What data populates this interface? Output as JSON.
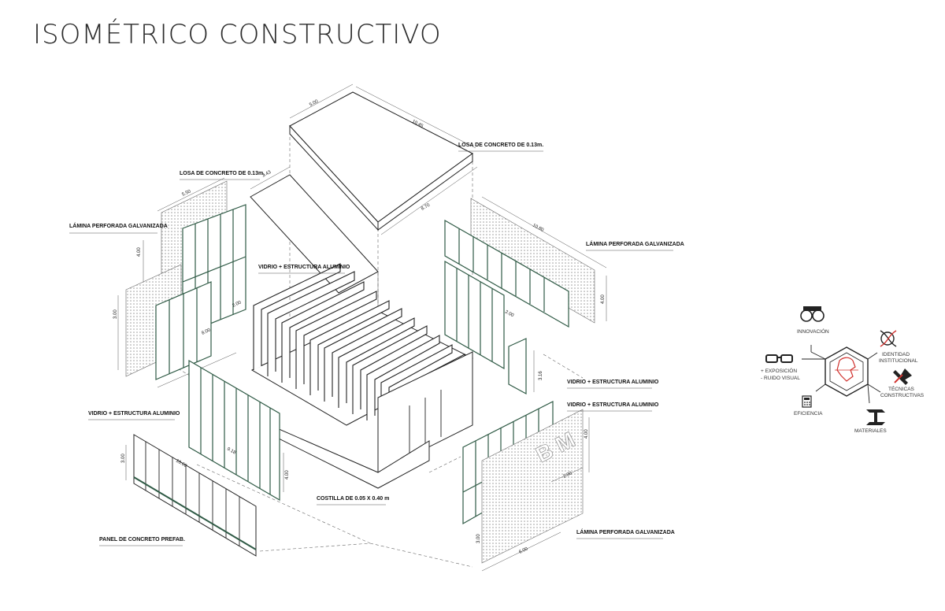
{
  "title": "ISOMÉTRICO CONSTRUCTIVO",
  "labels": {
    "losa_top": "LOSA DE CONCRETO DE 0.13m.",
    "losa_left": "LOSA DE CONCRETO DE 0.13m.",
    "lamina_left": "LÁMINA PERFORADA GALVANIZADA",
    "lamina_right": "LÁMINA PERFORADA GALVANIZADA",
    "lamina_bottom": "LÁMINA PERFORADA GALVANIZADA",
    "vidrio_center": "VIDRIO + ESTRUCTURA ALUMINIO",
    "vidrio_right_1": "VIDRIO + ESTRUCTURA ALUMINIO",
    "vidrio_right_2": "VIDRIO + ESTRUCTURA ALUMINIO",
    "vidrio_left": "VIDRIO + ESTRUCTURA ALUMINIO",
    "costilla": "COSTILLA DE 0.05 X 0.40 m",
    "panel": "PANEL DE CONCRETO PREFAB."
  },
  "dimensions": {
    "d_500": "5.00",
    "d_1045": "10.45",
    "d_550": "5.50",
    "d_343": "3.43",
    "d_870": "8.70",
    "d_1080": "10.80",
    "d_400a": "4.00",
    "d_300a": "3.00",
    "d_800": "8.00",
    "d_200a": "2.00",
    "d_400b": "4.00",
    "d_200b": "2.00",
    "d_316": "3.16",
    "d_400c": "4.00",
    "d_300b": "3.00",
    "d_1060": "10.60",
    "d_918": "9.18",
    "d_400d": "4.00",
    "d_600": "6.00",
    "d_200c": "2.00",
    "d_400e": "4.00",
    "d_300c": "3.00"
  },
  "logo_text": "B M",
  "icons": [
    {
      "label": "INNOVACIÓN",
      "icon": "binoculars-icon"
    },
    {
      "label": "IDENTIDAD",
      "label2": "INSTITUCIONAL",
      "icon": "dna-icon"
    },
    {
      "label": "+ EXPOSICIÓN",
      "label2": "- RUIDO VISUAL",
      "icon": "glasses-icon"
    },
    {
      "label": "TÉCNICAS",
      "label2": "CONSTRUCTIVAS",
      "icon": "hammer-icon"
    },
    {
      "label": "EFICIENCIA",
      "icon": "calculator-icon"
    },
    {
      "label": "MATERIALES",
      "icon": "ibeam-icon"
    }
  ],
  "colors": {
    "glass_frame": "#2f5a45",
    "accent": "#d0312d"
  }
}
